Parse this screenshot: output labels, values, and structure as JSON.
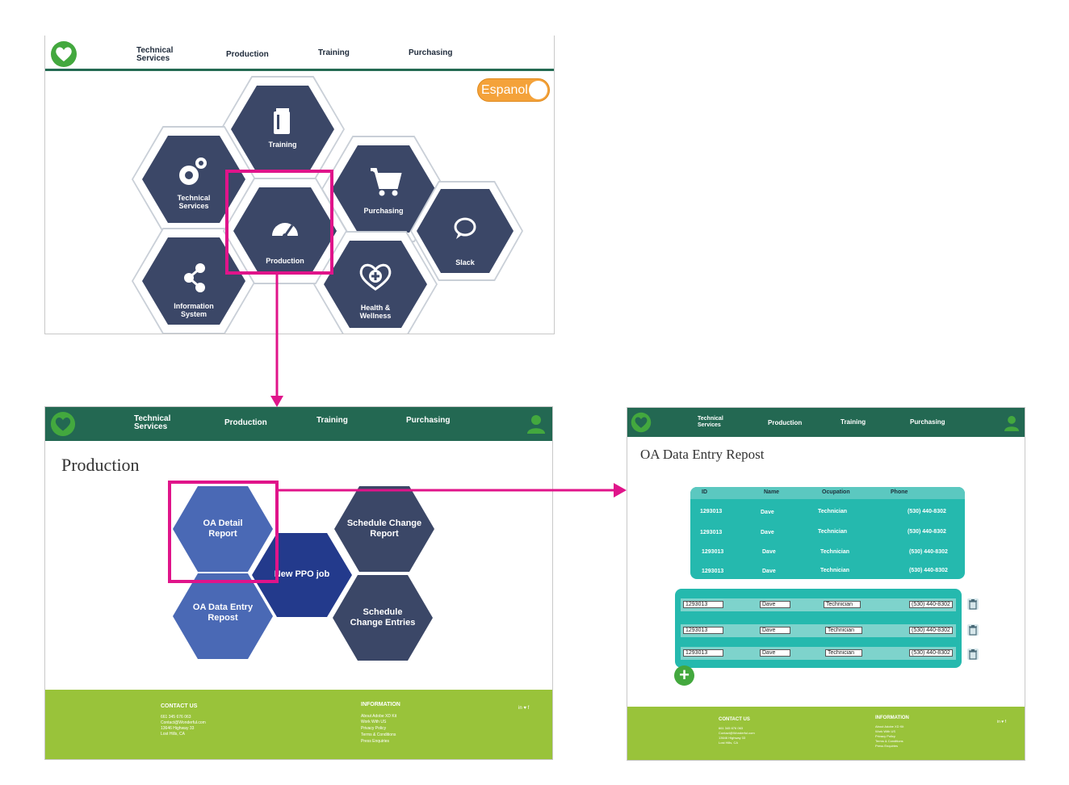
{
  "nav": {
    "technical": "Technical\nServices",
    "production": "Production",
    "training": "Training",
    "purchasing": "Purchasing"
  },
  "home": {
    "toggle_label": "Espanol",
    "tiles": {
      "training": "Training",
      "technical": "Technical\nServices",
      "purchasing": "Purchasing",
      "production": "Production",
      "slack": "Slack",
      "info": "Information\nSystem",
      "health": "Health &\nWellness"
    }
  },
  "production_page": {
    "title": "Production",
    "tiles": {
      "oa_detail": "OA Detail\nReport",
      "schedule_change_report": "Schedule Change\nReport",
      "new_ppo": "New PPO job",
      "oa_data_entry": "OA Data Entry\nRepost",
      "schedule_change_entries": "Schedule\nChange Entries"
    }
  },
  "footer": {
    "contact_title": "CONTACT US",
    "contact_lines": [
      "661 345 676 063",
      "Contact@Wonderful.com",
      "13646 Highway 33",
      "Lost Hills, CA"
    ],
    "info_title": "INFORMATION",
    "info_lines": [
      "About Adobe XD Kit",
      "Work With US",
      "Privacy Policy",
      "Terms & Conditions",
      "Press Enquiries"
    ],
    "social": "in  ♥  f"
  },
  "entry_page": {
    "title": "OA Data Entry Repost",
    "table": {
      "headers": [
        "ID",
        "Name",
        "Ocupation",
        "Phone"
      ],
      "rows": [
        [
          "1293013",
          "Dave",
          "Technician",
          "(530) 440-8302"
        ],
        [
          "1293013",
          "Dave",
          "Technician",
          "(530) 440-8302"
        ],
        [
          "1293013",
          "Dave",
          "Technician",
          "(530) 440-8302"
        ],
        [
          "1293013",
          "Dave",
          "Technician",
          "(530) 440-8302"
        ]
      ]
    },
    "edit_rows": [
      [
        "1293013",
        "Dave",
        "Technician",
        "(530) 440-8302"
      ],
      [
        "1293013",
        "Dave",
        "Technician",
        "(530) 440-8302"
      ],
      [
        "1293013",
        "Dave",
        "Technician",
        "(530) 440-8302"
      ]
    ],
    "add_label": "+"
  },
  "colors": {
    "nav_green": "#236852",
    "hex_navy": "#3b4767",
    "hex_blue": "#4a69b5",
    "teal": "#25b9ae",
    "footer_green": "#99c33a",
    "magenta": "#e0148a",
    "toggle_orange": "#f4a23a"
  }
}
